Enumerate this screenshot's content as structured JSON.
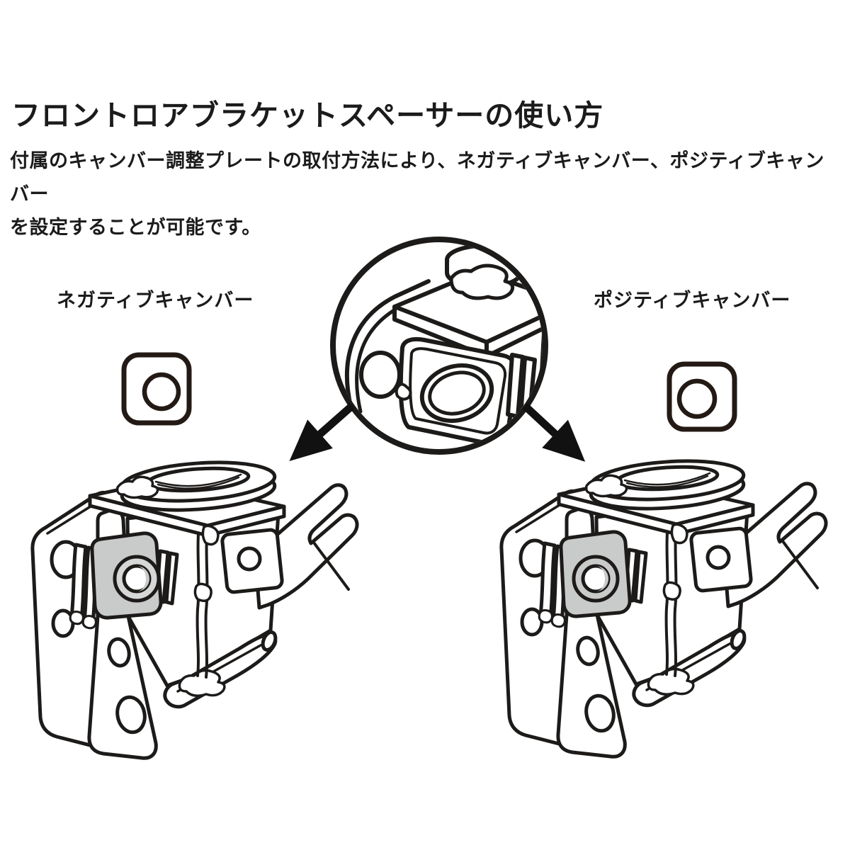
{
  "page": {
    "title": "フロントロアブラケットスペーサーの使い方"
  },
  "intro": {
    "line1": "付属のキャンバー調整プレートの取付方法により、ネガティブキャンバー、ポジティブキャンバー",
    "line2": "を設定することが可能です。"
  },
  "diagram": {
    "left_label": "ネガティブキャンバー",
    "right_label": "ポジティブキャンバー",
    "icons": {
      "detail": "magnifier-detail-circle",
      "left_arrow": "arrow-down-left-icon",
      "right_arrow": "arrow-down-right-icon",
      "left_spacer": "spacer-plate-icon",
      "right_spacer": "spacer-plate-icon",
      "left_bracket": "bracket-negative-camber-illustration",
      "right_bracket": "bracket-positive-camber-illustration"
    },
    "colors": {
      "line": "#1d1b19",
      "plate_gray": "#c9caca",
      "washer_highlight": "#ffffff",
      "background": "#ffffff"
    }
  }
}
